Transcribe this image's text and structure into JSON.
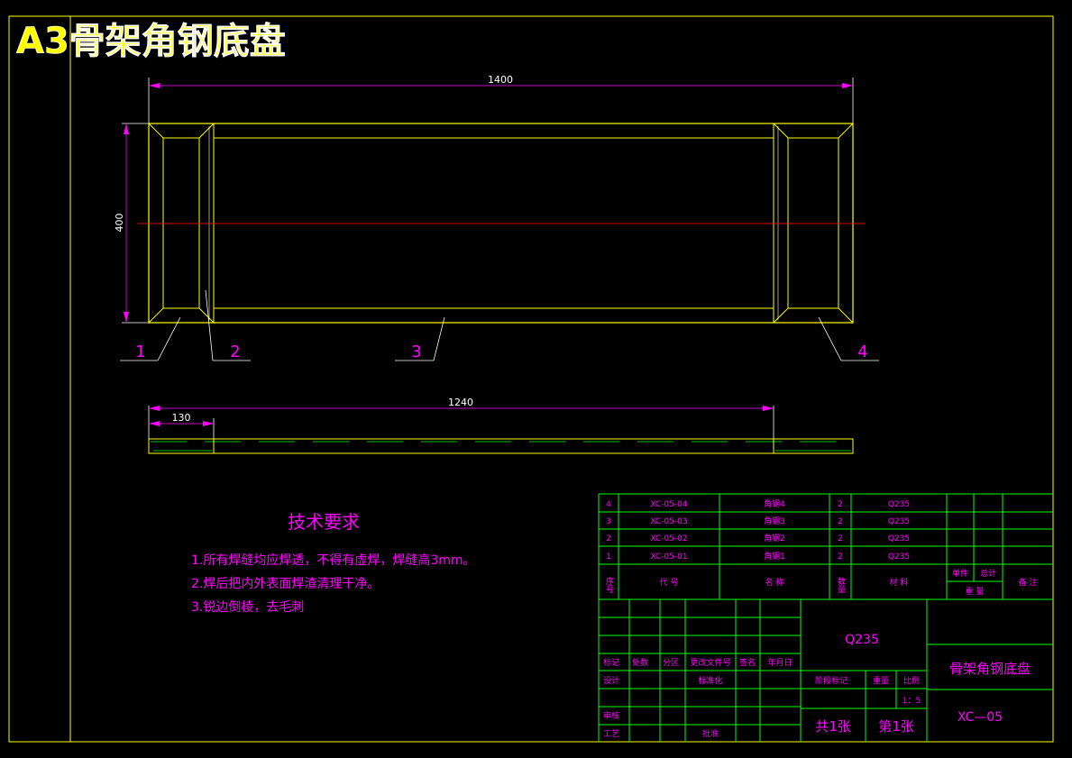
{
  "title": "A3骨架角钢底盘",
  "dimensions": {
    "overall_length": "1400",
    "height": "400",
    "inner_length": "1240",
    "end_width": "130"
  },
  "balloons": [
    "1",
    "2",
    "3",
    "4"
  ],
  "tech_requirements": {
    "heading": "技术要求",
    "items": [
      "1.所有焊缝均应焊透，不得有虚焊，焊缝高3mm。",
      "2.焊后把内外表面焊渣清理干净。",
      "3.锐边倒棱，去毛刺"
    ]
  },
  "parts_list": {
    "rows": [
      {
        "no": "4",
        "code": "XC-05-04",
        "name": "角钢4",
        "qty": "2",
        "material": "Q235"
      },
      {
        "no": "3",
        "code": "XC-05-03",
        "name": "角钢3",
        "qty": "2",
        "material": "Q235"
      },
      {
        "no": "2",
        "code": "XC-05-02",
        "name": "角钢2",
        "qty": "2",
        "material": "Q235"
      },
      {
        "no": "1",
        "code": "XC-05-01",
        "name": "角钢1",
        "qty": "2",
        "material": "Q235"
      }
    ],
    "header": {
      "no": "序号",
      "code": "代  号",
      "name": "名  称",
      "qty": "数量",
      "material": "材  料",
      "unit_weight": "单件",
      "total_weight": "总计",
      "weight": "重 量",
      "remarks": "备 注"
    }
  },
  "title_block": {
    "material": "Q235",
    "drawing_name": "骨架角钢底盘",
    "drawing_no": "XC—05",
    "scale": "1：5",
    "sheets_total": "共1张",
    "sheet_no": "第1张",
    "labels": {
      "mark": "标记",
      "count": "处数",
      "zone": "分区",
      "change_doc": "更改文件号",
      "signature": "签名",
      "date": "年月日",
      "design": "设计",
      "standardize": "标准化",
      "stage_mark": "阶段标记",
      "weight": "重量",
      "scale": "比例",
      "review": "审核",
      "process": "工艺",
      "approve": "批准"
    }
  }
}
